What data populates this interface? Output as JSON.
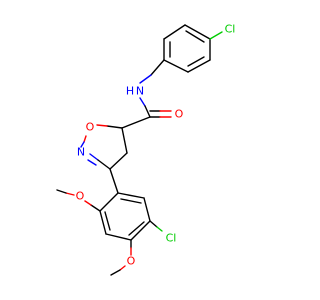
{
  "molecule": {
    "atoms": {
      "cl_top": {
        "label": "Cl",
        "color": "#00cc00"
      },
      "nh": {
        "label": "N",
        "h": "H",
        "color": "#0000ff"
      },
      "o_carbonyl": {
        "label": "O",
        "color": "#ff0000"
      },
      "o_ring": {
        "label": "O",
        "color": "#ff0000"
      },
      "n_ring": {
        "label": "N",
        "color": "#0000ff"
      },
      "o_methoxy_top": {
        "label": "O",
        "color": "#ff0000"
      },
      "o_methoxy_bottom": {
        "label": "O",
        "color": "#ff0000"
      },
      "cl_bottom": {
        "label": "Cl",
        "color": "#00cc00"
      }
    }
  }
}
